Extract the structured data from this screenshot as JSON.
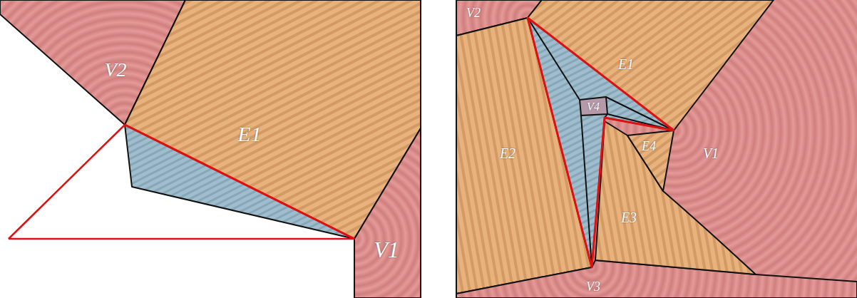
{
  "diagram": {
    "labels": [
      "V2",
      "E1",
      "V1",
      "V2",
      "E1",
      "V4",
      "E4",
      "V1",
      "E2",
      "E3",
      "V3"
    ]
  }
}
